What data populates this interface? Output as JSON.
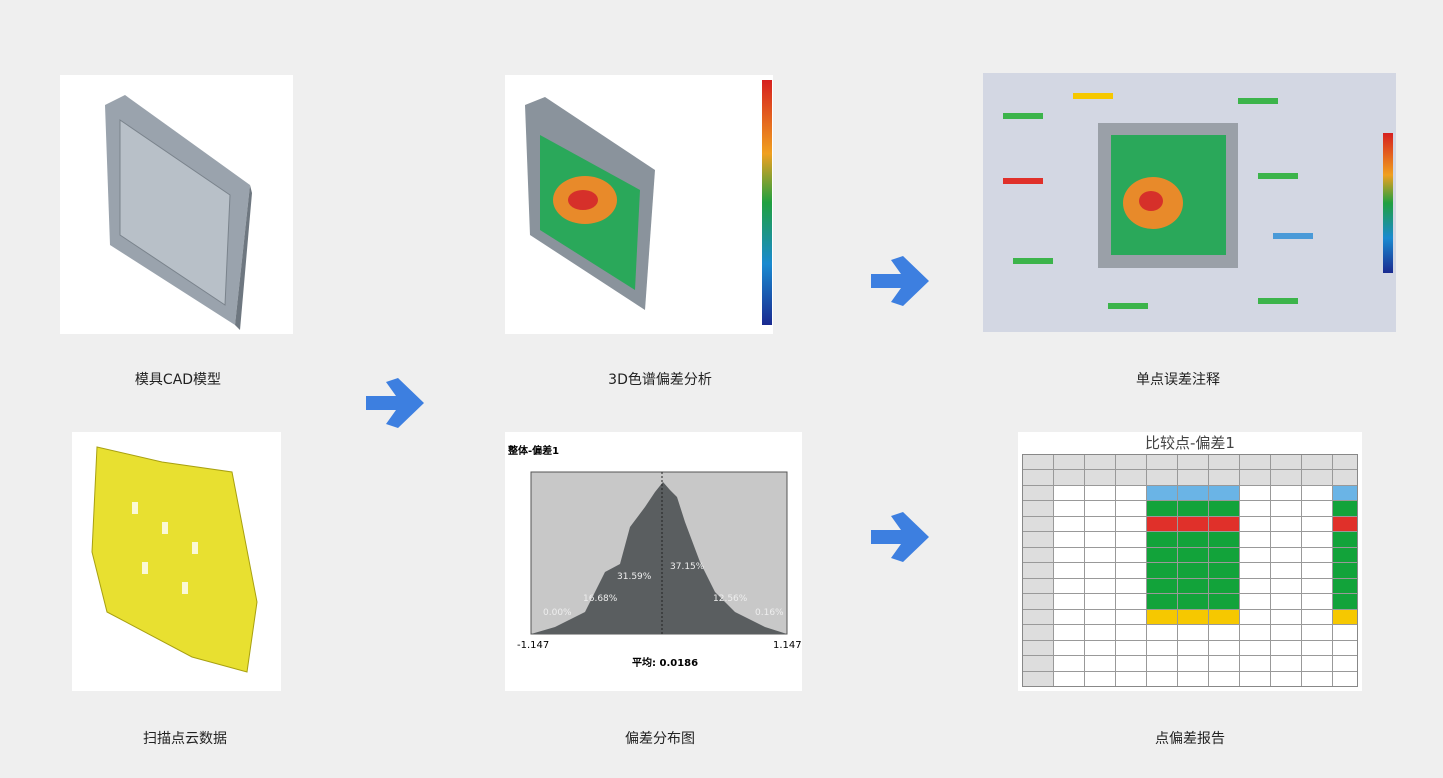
{
  "steps": [
    {
      "caption": "模具CAD模型"
    },
    {
      "caption": "3D色谱偏差分析"
    },
    {
      "caption": "单点误差注释"
    },
    {
      "caption": "扫描点云数据"
    },
    {
      "caption": "偏差分布图"
    },
    {
      "caption": "点偏差报告"
    }
  ],
  "histogram": {
    "title": "整体-偏差1",
    "min": "-1.147",
    "max": "1.147",
    "mean_label": "平均: 0.0186",
    "bins": [
      "0.00%",
      "16.68%",
      "31.59%",
      "37.15%",
      "12.56%",
      "0.16%"
    ]
  },
  "report": {
    "title": "比较点-偏差1",
    "row_colors": [
      "#6ab4e6",
      "#12a33a",
      "#e0302a",
      "#12a33a",
      "#12a33a",
      "#12a33a",
      "#12a33a",
      "#12a33a",
      "#f6c800"
    ]
  },
  "colors": {
    "arrow": "#3d7fe0",
    "background": "#efefef"
  }
}
